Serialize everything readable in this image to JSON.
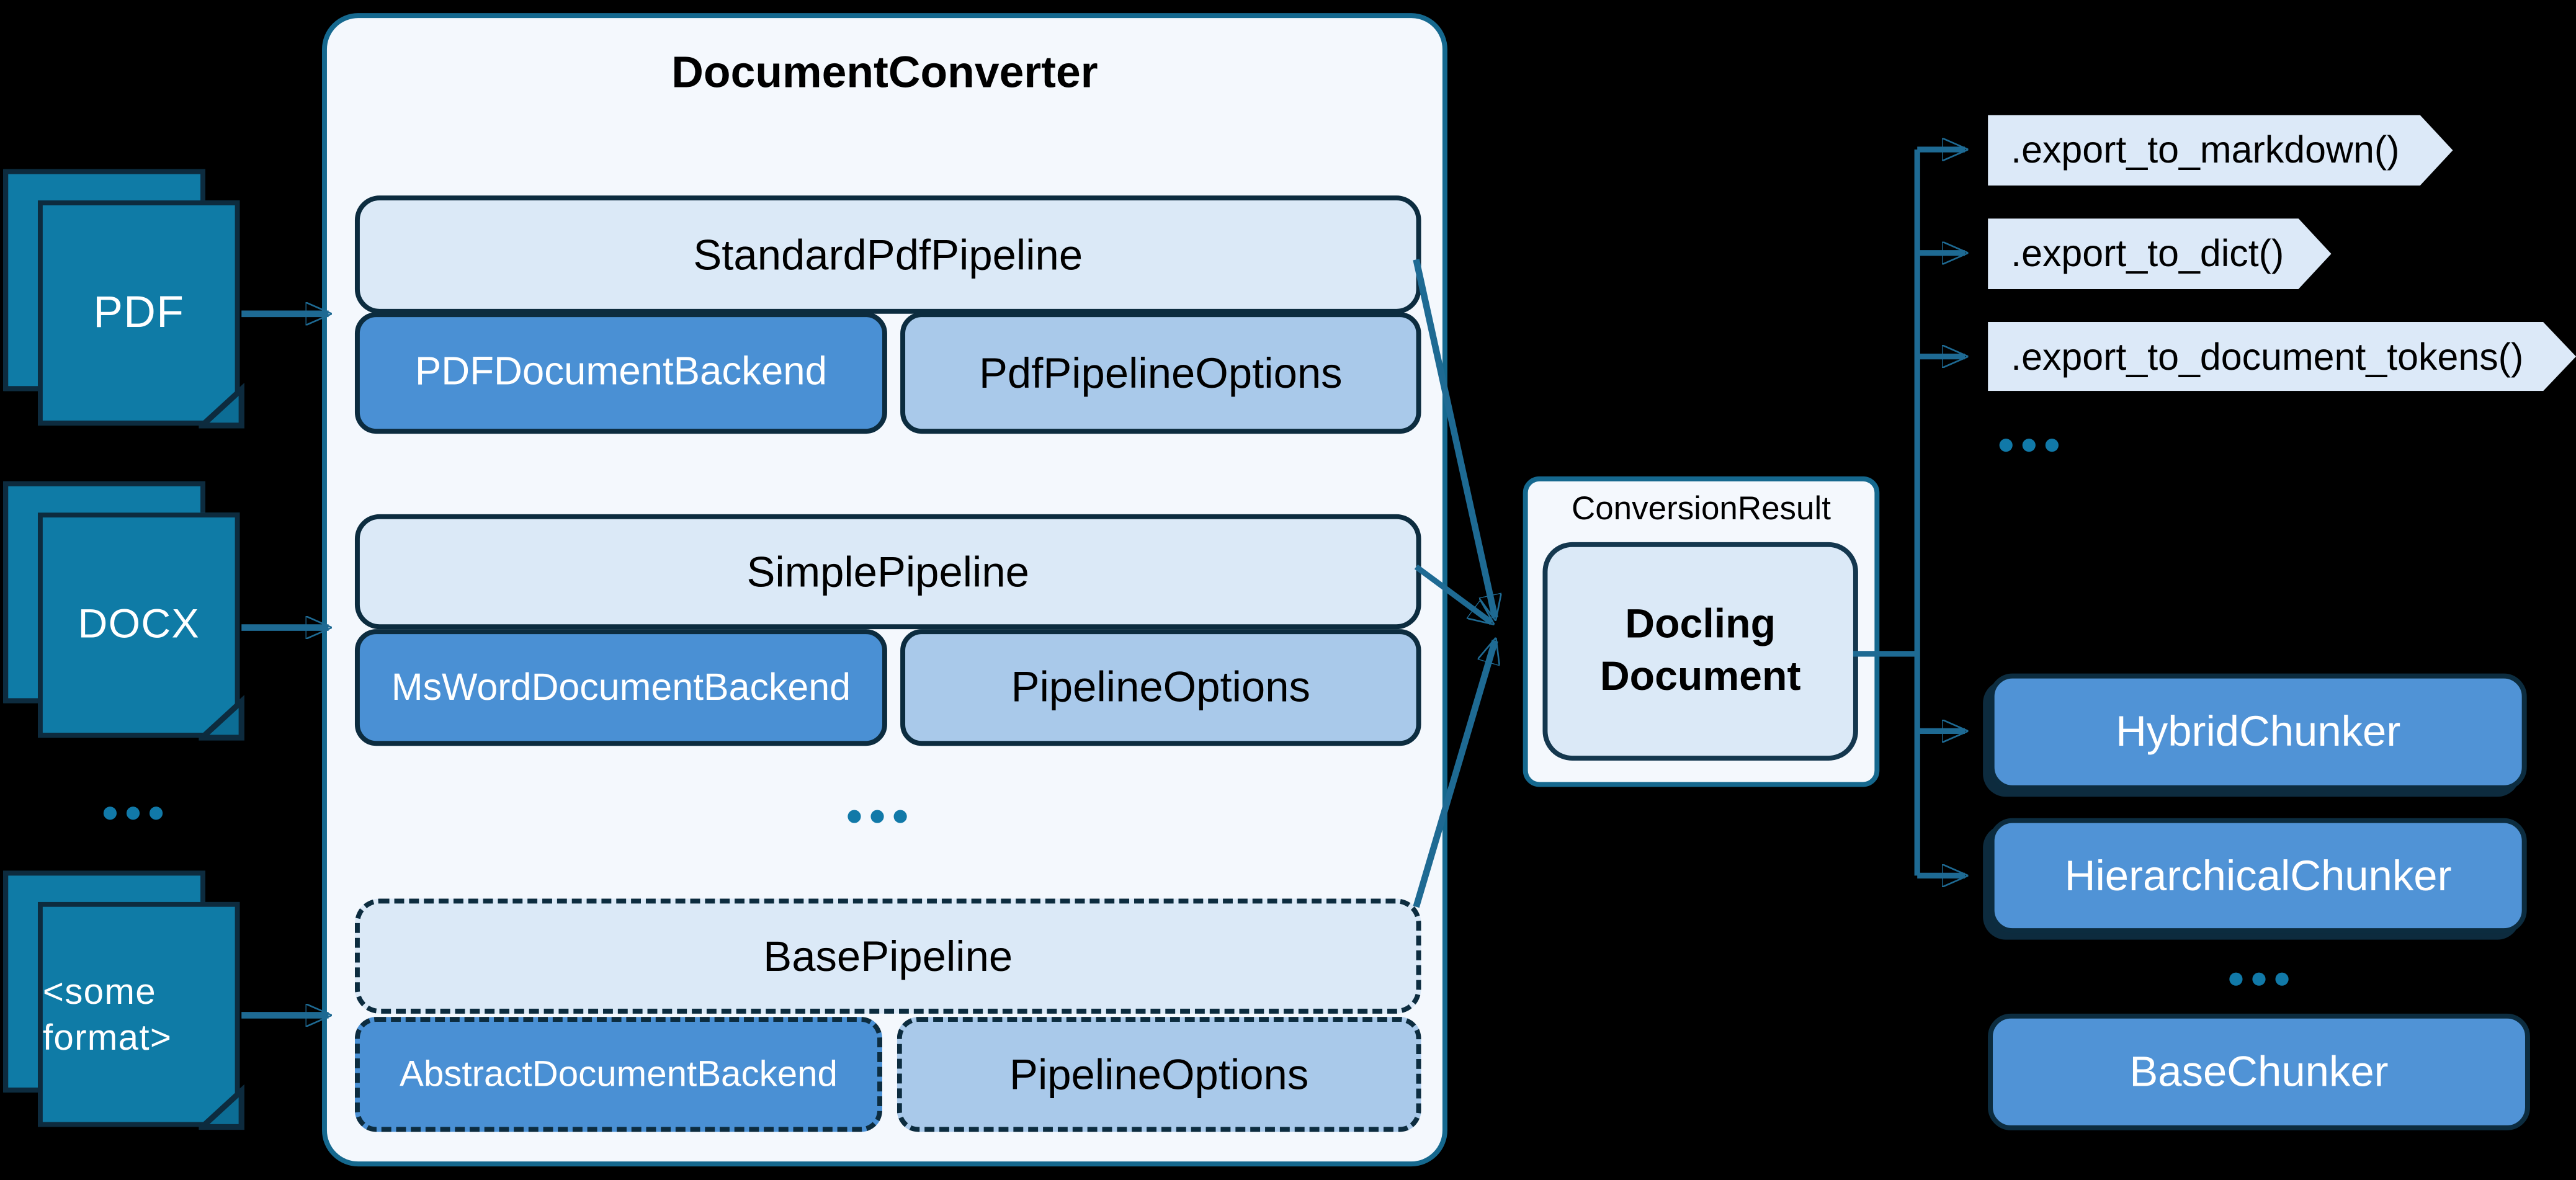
{
  "title": "DocumentConverter",
  "ellipsis": "...",
  "inputs": {
    "pdf": "PDF",
    "docx": "DOCX",
    "other": "<some format>"
  },
  "pipelines": [
    {
      "name": "StandardPdfPipeline",
      "backend": "PDFDocumentBackend",
      "options": "PdfPipelineOptions"
    },
    {
      "name": "SimplePipeline",
      "backend": "MsWordDocumentBackend",
      "options": "PipelineOptions"
    },
    {
      "name": "BasePipeline",
      "backend": "AbstractDocumentBackend",
      "options": "PipelineOptions"
    }
  ],
  "result": {
    "label": "ConversionResult",
    "document": "Docling Document"
  },
  "exports": [
    {
      "label": ".export_to_markdown()"
    },
    {
      "label": ".export_to_dict()"
    },
    {
      "label": ".export_to_document_tokens()"
    }
  ],
  "chunkers": [
    {
      "label": "HybridChunker"
    },
    {
      "label": "HierarchicalChunker"
    },
    {
      "label": "BaseChunker"
    }
  ],
  "colors": {
    "background": "#000000",
    "container_fill": "#f4f8fd",
    "container_border": "#15688e",
    "light_box_fill": "#dbe9f7",
    "dark_border": "#0c2c3f",
    "backend_fill": "#4a90d4",
    "options_fill": "#a9c9ea",
    "chunker_fill": "#5093d6",
    "chevron_fill": "#dce9f8",
    "doc_icon_fill": "#0f7ba6",
    "arrow": "#1e6a93",
    "dots": "#1179a8"
  }
}
